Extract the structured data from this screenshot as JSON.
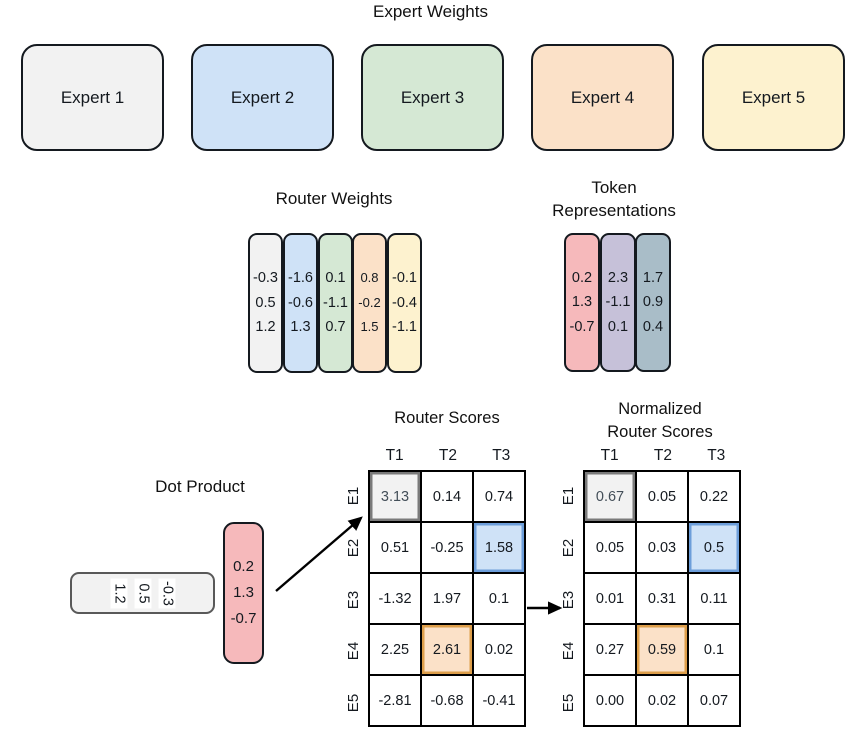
{
  "colors": {
    "gray_fill": "#f2f2f2",
    "gray_border": "#595959",
    "blue_fill": "#cfe2f7",
    "blue_border": "#6d9eda",
    "green_fill": "#d5e8d4",
    "green_border": "#67a35b",
    "orange_fill": "#fbe1c8",
    "orange_border": "#d7952f",
    "yellow_fill": "#fdf2cf",
    "yellow_border": "#d6b656",
    "red_fill": "#f6b9bb",
    "red_border": "#d05458",
    "purple_fill": "#c6c1d9",
    "purple_border": "#55507a",
    "steel_fill": "#a9bdc8",
    "steel_border": "#20404f",
    "grid_line": "#000000"
  },
  "expert_weights": {
    "title": "Expert Weights",
    "experts": [
      {
        "label": "Expert 1",
        "color": "gray"
      },
      {
        "label": "Expert 2",
        "color": "blue"
      },
      {
        "label": "Expert 3",
        "color": "green"
      },
      {
        "label": "Expert 4",
        "color": "orange"
      },
      {
        "label": "Expert 5",
        "color": "yellow"
      }
    ]
  },
  "router_weights": {
    "title": "Router Weights",
    "columns": [
      {
        "color": "gray",
        "values": [
          "-0.3",
          "0.5",
          "1.2"
        ]
      },
      {
        "color": "blue",
        "values": [
          "-1.6",
          "-0.6",
          "1.3"
        ]
      },
      {
        "color": "green",
        "values": [
          "0.1",
          "-1.1",
          "0.7"
        ]
      },
      {
        "color": "orange",
        "values": [
          "0.8",
          "-0.2",
          "1.5"
        ]
      },
      {
        "color": "yellow",
        "values": [
          "-0.1",
          "-0.4",
          "-1.1"
        ]
      }
    ]
  },
  "token_representations": {
    "title_line1": "Token",
    "title_line2": "Representations",
    "tokens": [
      {
        "color": "red",
        "values": [
          "0.2",
          "1.3",
          "-0.7"
        ]
      },
      {
        "color": "purple",
        "values": [
          "2.3",
          "-1.1",
          "0.1"
        ]
      },
      {
        "color": "steel",
        "values": [
          "1.7",
          "0.9",
          "0.4"
        ]
      }
    ]
  },
  "dot_product": {
    "title": "Dot Product",
    "weight_row_values": [
      "1.2",
      "0.5",
      "-0.3"
    ],
    "token_column_values": [
      "0.2",
      "1.3",
      "-0.7"
    ]
  },
  "router_scores": {
    "title": "Router Scores",
    "col_headers": [
      "T1",
      "T2",
      "T3"
    ],
    "row_headers": [
      "E1",
      "E2",
      "E3",
      "E4",
      "E5"
    ],
    "values": [
      [
        "3.13",
        "0.14",
        "0.74"
      ],
      [
        "0.51",
        "-0.25",
        "1.58"
      ],
      [
        "-1.32",
        "1.97",
        "0.1"
      ],
      [
        "2.25",
        "2.61",
        "0.02"
      ],
      [
        "-2.81",
        "-0.68",
        "-0.41"
      ]
    ],
    "highlights": [
      {
        "cell": "E1-T1",
        "value": "3.13",
        "color": "gray"
      },
      {
        "cell": "E2-T3",
        "value": "1.58",
        "color": "blue"
      },
      {
        "cell": "E4-T2",
        "value": "2.61",
        "color": "orange"
      }
    ]
  },
  "normalized_router_scores": {
    "title_line1": "Normalized",
    "title_line2": "Router Scores",
    "col_headers": [
      "T1",
      "T2",
      "T3"
    ],
    "row_headers": [
      "E1",
      "E2",
      "E3",
      "E4",
      "E5"
    ],
    "values": [
      [
        "0.67",
        "0.05",
        "0.22"
      ],
      [
        "0.05",
        "0.03",
        "0.5"
      ],
      [
        "0.01",
        "0.31",
        "0.11"
      ],
      [
        "0.27",
        "0.59",
        "0.1"
      ],
      [
        "0.00",
        "0.02",
        "0.07"
      ]
    ],
    "highlights": [
      {
        "cell": "E1-T1",
        "value": "0.67",
        "color": "gray"
      },
      {
        "cell": "E2-T3",
        "value": "0.5",
        "color": "blue"
      },
      {
        "cell": "E4-T2",
        "value": "0.59",
        "color": "orange"
      }
    ]
  }
}
